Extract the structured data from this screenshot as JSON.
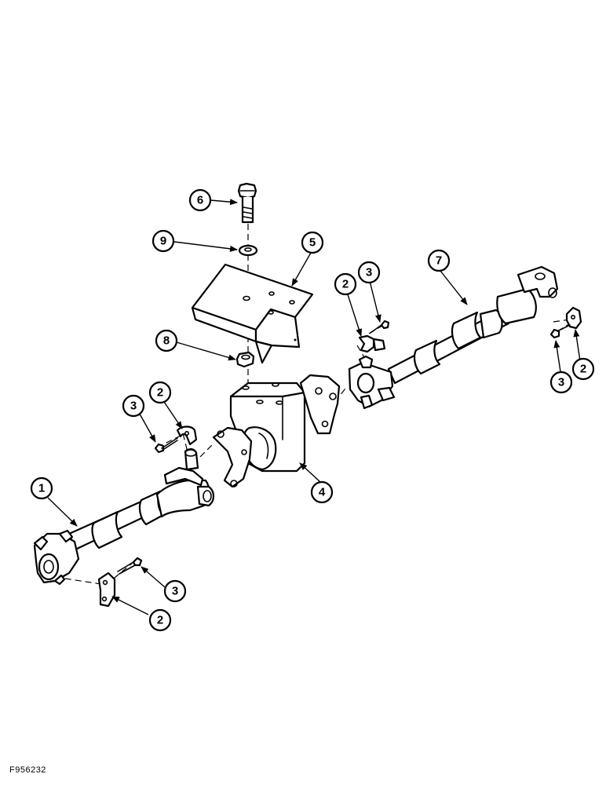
{
  "figure_id": "F956232",
  "callouts": [
    "1",
    "2",
    "3",
    "4",
    "5",
    "6",
    "7",
    "8",
    "9"
  ]
}
